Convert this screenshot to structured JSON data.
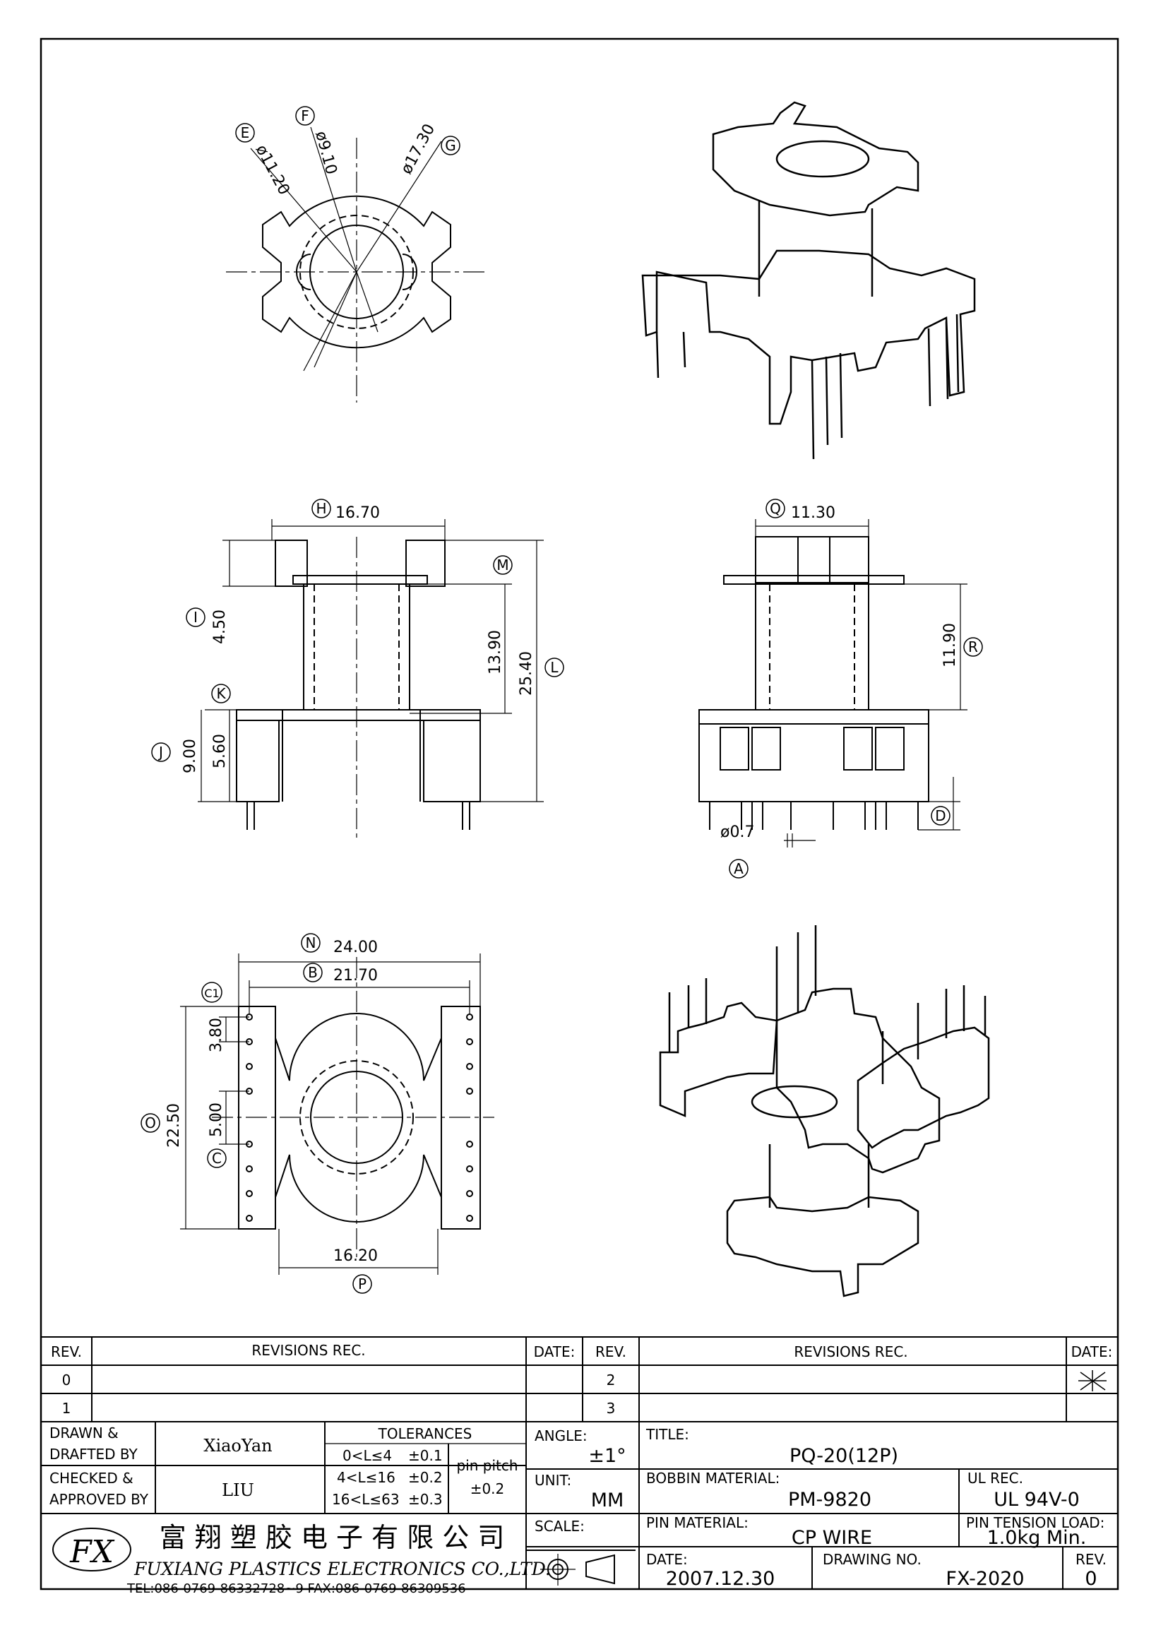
{
  "drawing": {
    "dims_top": {
      "E": "E",
      "F": "F",
      "G": "G",
      "e_val": "ø11.20",
      "f_val": "ø9.10",
      "g_val": "ø17.30"
    },
    "dims_front": {
      "H": "H",
      "h_val": "16.70",
      "I": "I",
      "i_val": "4.50",
      "M": "M",
      "m_val": "13.90",
      "L": "L",
      "l_val": "25.40",
      "K": "K",
      "k_val": "5.60",
      "J": "J",
      "j_val": "9.00"
    },
    "dims_side": {
      "Q": "Q",
      "q_val": "11.30",
      "R": "R",
      "r_val": "11.90",
      "D": "D",
      "A": "A",
      "a_val": "ø0.7"
    },
    "dims_bottom": {
      "N": "N",
      "n_val": "24.00",
      "B": "B",
      "b_val": "21.70",
      "C1": "C1",
      "c1_val": "3.80",
      "O": "O",
      "o_val": "22.50",
      "C": "C",
      "c_val": "5.00",
      "P": "P",
      "p_val": "16.20"
    }
  },
  "title_block": {
    "rev_header": "REV.",
    "revisions_rec": "REVISIONS   REC.",
    "date_header": "DATE:",
    "rev_rows_left": [
      "0",
      "1"
    ],
    "rev_rows_right": [
      "2",
      "3"
    ],
    "drawn_label": "DRAWN &",
    "drafted_label": "DRAFTED BY",
    "drawn_value": "XiaoYan",
    "checked_label": "CHECKED &",
    "approved_label": "APPROVED BY",
    "checked_value": "LIU",
    "tolerances_label": "TOLERANCES",
    "tol_rows": [
      [
        "0<L≤4",
        "±0.1"
      ],
      [
        "4<L≤16",
        "±0.2"
      ],
      [
        "16<L≤63",
        "±0.3"
      ]
    ],
    "pin_pitch_label": "pin pitch",
    "pin_pitch_value": "±0.2",
    "angle_label": "ANGLE:",
    "angle_value": "±1°",
    "unit_label": "UNIT:",
    "unit_value": "MM",
    "scale_label": "SCALE:",
    "title_label": "TITLE:",
    "title_value": "PQ-20(12P)",
    "bobbin_label": "BOBBIN MATERIAL:",
    "bobbin_value": "PM-9820",
    "ul_label": "UL REC.",
    "ul_value": "UL 94V-0",
    "pin_mat_label": "PIN MATERIAL:",
    "pin_mat_value": "CP WIRE",
    "tension_label": "PIN TENSION LOAD:",
    "tension_value": "1.0kg Min.",
    "date_label": "DATE:",
    "date_value": "2007.12.30",
    "drawing_no_label": "DRAWING NO.",
    "drawing_no_value": "FX-2020",
    "rev_label": "REV.",
    "rev_value": "0",
    "company_cn": "富 翔 塑 胶 电 子 有 限 公 司",
    "company_en": "FUXIANG PLASTICS ELECTRONICS CO.,LTD.",
    "company_contact": "TEL:086-0769-86332728~9  FAX:086-0769-86309536",
    "logo_text": "FX"
  }
}
